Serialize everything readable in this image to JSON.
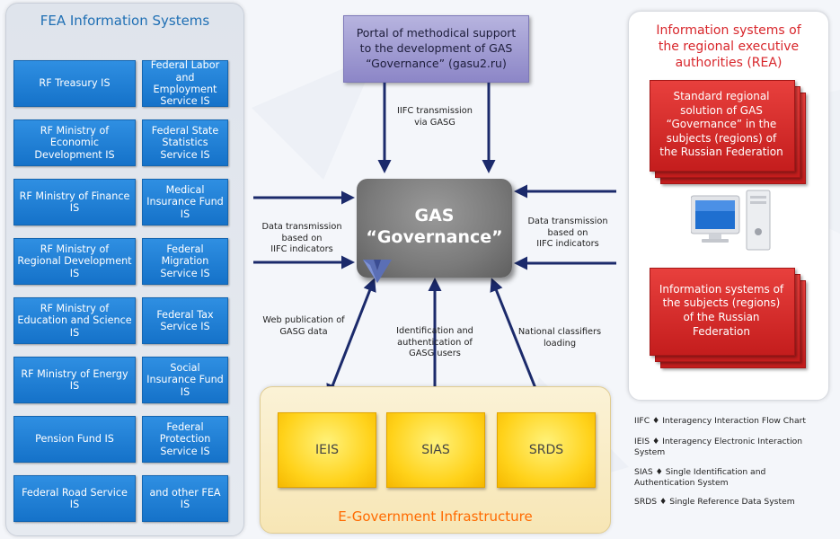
{
  "fea": {
    "title": "FEA Information Systems",
    "left": [
      "RF Treasury IS",
      "RF Ministry of Economic Development IS",
      "RF Ministry of Finance IS",
      "RF Ministry of Regional Development IS",
      "RF Ministry of Education and Science IS",
      "RF Ministry of Energy IS",
      "Pension Fund IS",
      "Federal Road Service IS"
    ],
    "right": [
      "Federal Labor and Employment Service IS",
      "Federal State Statistics Service IS",
      "Medical Insurance Fund IS",
      "Federal Migration Service IS",
      "Federal Tax Service IS",
      "Social Insurance Fund IS",
      "Federal Protection Service IS",
      "and other FEA IS"
    ]
  },
  "portal": {
    "line1": "Portal of methodical support",
    "line2": "to the development of GAS",
    "line3": "“Governance” (gasu2.ru)"
  },
  "gas": {
    "title": "GAS",
    "subtitle": "“Governance”"
  },
  "labels": {
    "iifc_transmission_1": "IIFC transmission",
    "iifc_transmission_2": "via GASG",
    "left_data_1": "Data transmission",
    "left_data_2": "based on",
    "left_data_3": "IIFC indicators",
    "right_data_1": "Data transmission",
    "right_data_2": "based on",
    "right_data_3": "IIFC indicators",
    "web_pub_1": "Web publication of",
    "web_pub_2": "GASG data",
    "ident_1": "Identification and",
    "ident_2": "authentication of",
    "ident_3": "GASG users",
    "national_1": "National classifiers",
    "national_2": "loading"
  },
  "egov": {
    "title": "E-Government Infrastructure",
    "boxes": [
      "IEIS",
      "SIAS",
      "SRDS"
    ]
  },
  "rea": {
    "title_1": "Information systems of",
    "title_2": "the regional executive",
    "title_3": "authorities (REA)",
    "card1_1": "Standard regional",
    "card1_2": "solution of GAS",
    "card1_3": "“Governance” in the",
    "card1_4": "subjects (regions) of",
    "card1_5": "the Russian Federation",
    "card2_1": "Information systems of",
    "card2_2": "the subjects (regions)",
    "card2_3": "of the Russian",
    "card2_4": "Federation"
  },
  "legend": [
    {
      "line1": "IIFC ♦  Interagency Interaction Flow Chart",
      "line2": ""
    },
    {
      "line1": "IEIS ♦ Interagency Electronic Interaction",
      "line2": "System"
    },
    {
      "line1": "SIAS ♦ Single Identification and",
      "line2": "Authentication System"
    },
    {
      "line1": "SRDS ♦ Single Reference Data System",
      "line2": ""
    }
  ],
  "colors": {
    "fea_button": "#1a78d0",
    "portal": "#9d98d2",
    "gas": "#7a7a7a",
    "egov_box": "#ffd21a",
    "rea_card": "#d52a28",
    "arrow": "#1b2a6b"
  },
  "icons": [
    "computer-icon",
    "gas-logo-icon"
  ]
}
